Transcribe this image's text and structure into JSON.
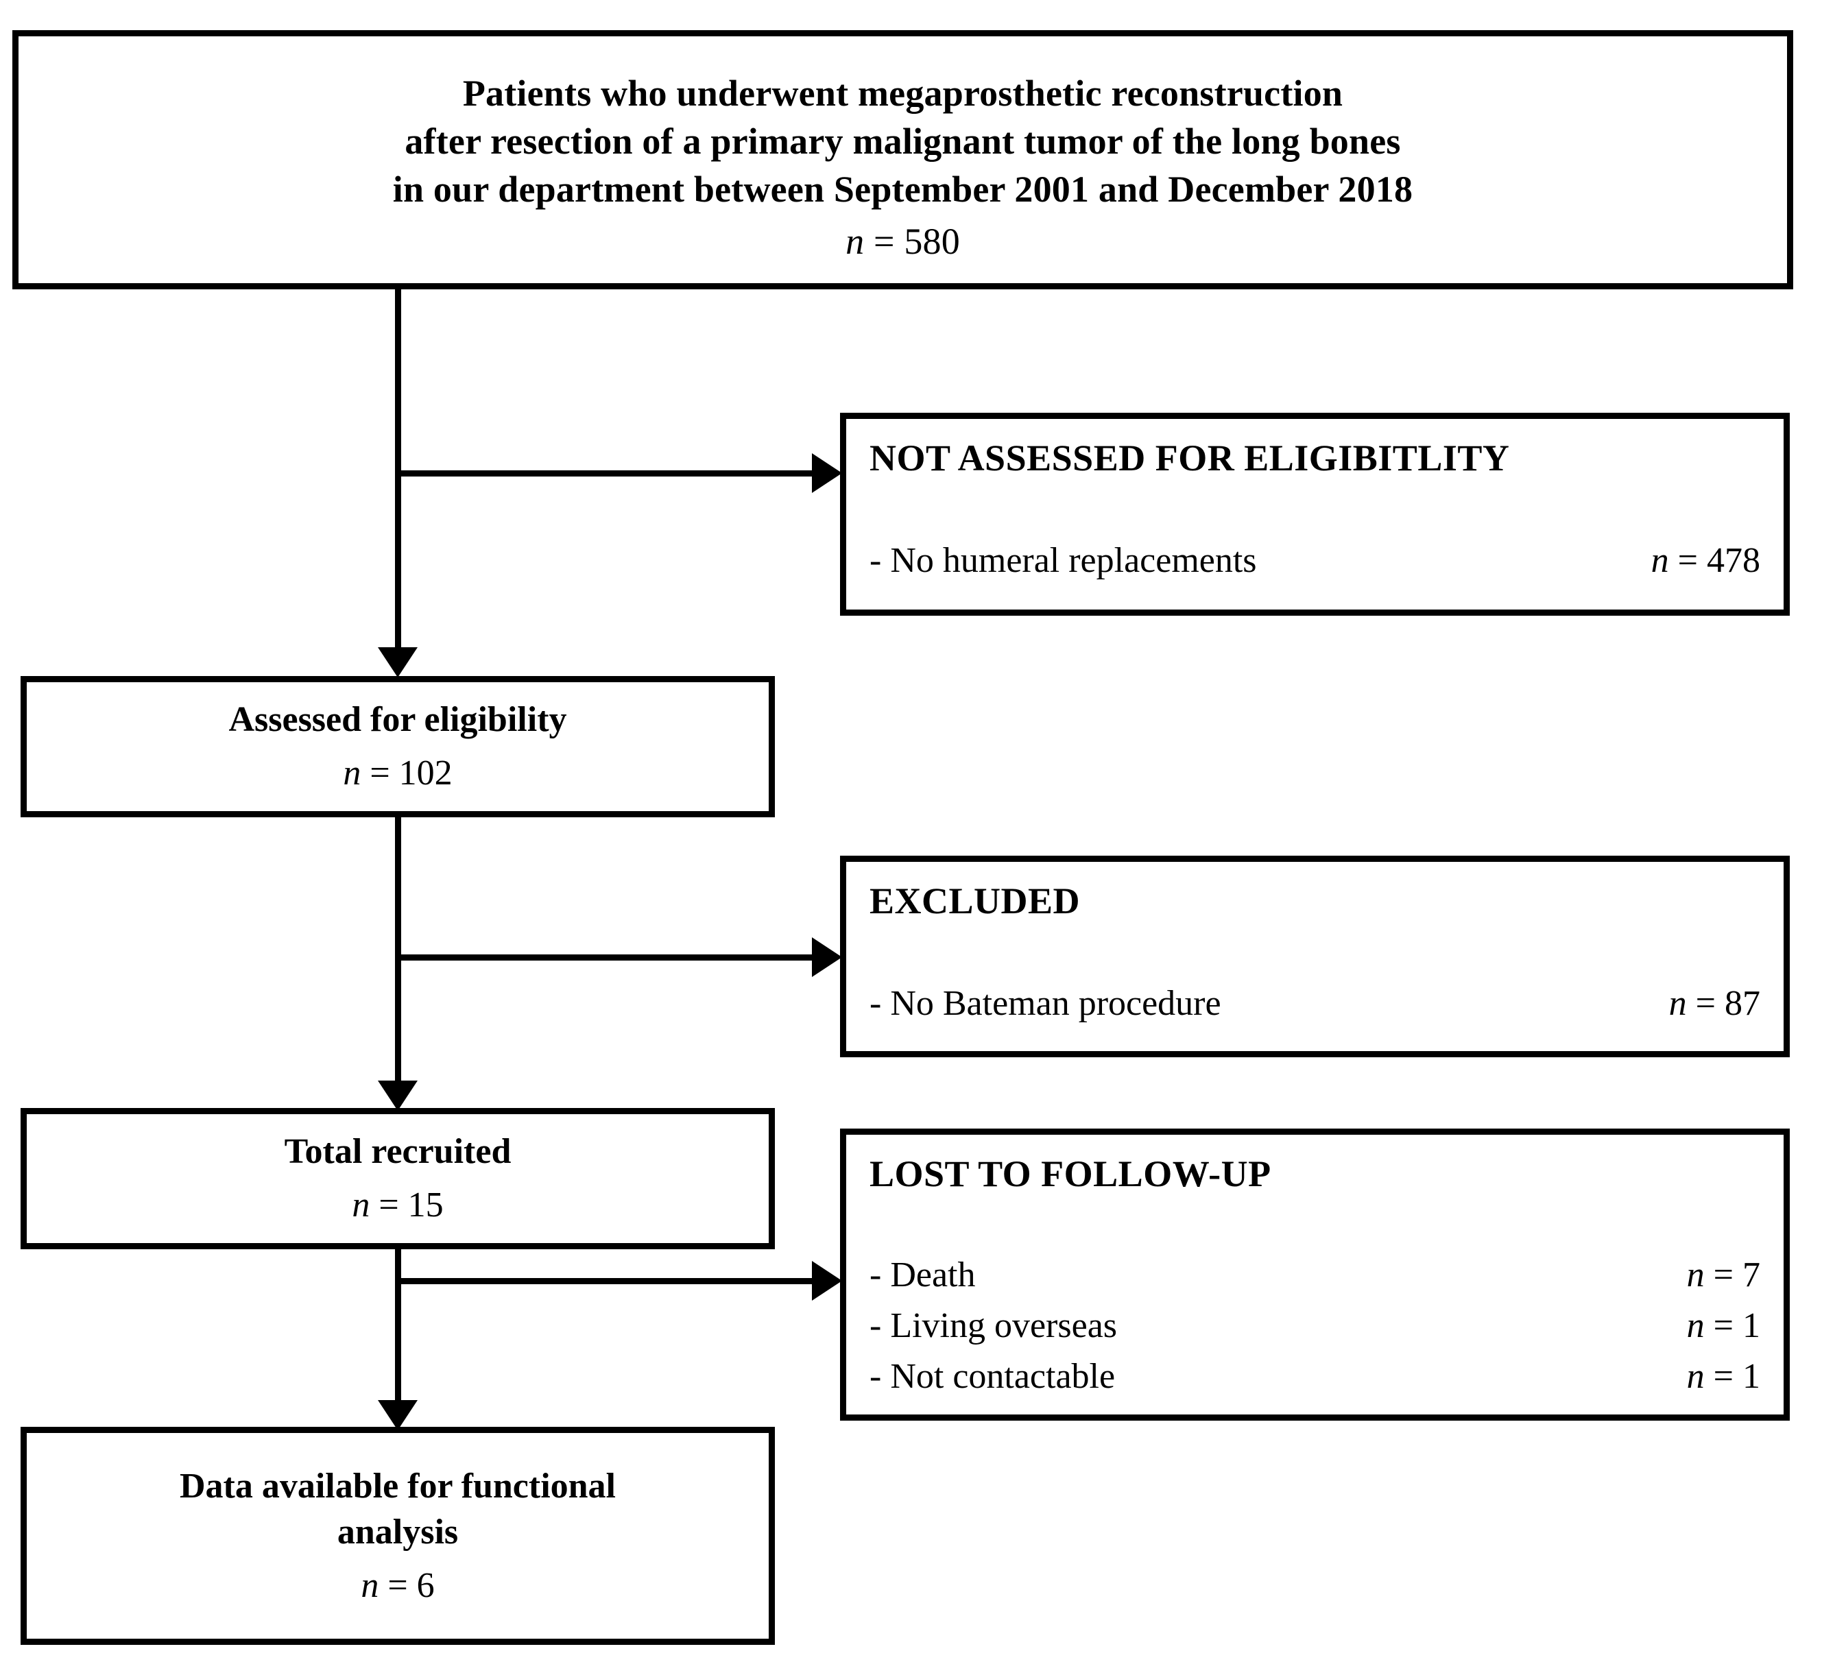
{
  "diagram": {
    "type": "flowchart",
    "title": "Patient selection flow diagram",
    "nodes": {
      "source": {
        "line1": "Patients who underwent megaprosthetic reconstruction",
        "line2": "after resection of a primary malignant tumor of the long bones",
        "line3": "in our department between September 2001 and December 2018",
        "n_label": "n",
        "n_eq": " = ",
        "n_value": "580"
      },
      "not_assessed": {
        "title": "NOT ASSESSED FOR ELIGIBITLITY",
        "rows": [
          {
            "reason": "- No humeral replacements",
            "n_label": "n",
            "n_eq": " = ",
            "n_value": "478"
          }
        ]
      },
      "assessed": {
        "line1": "Assessed for eligibility",
        "n_label": "n",
        "n_eq": " = ",
        "n_value": "102"
      },
      "excluded": {
        "title": "EXCLUDED",
        "rows": [
          {
            "reason": "- No Bateman procedure",
            "n_label": "n",
            "n_eq": " = ",
            "n_value": "87"
          }
        ]
      },
      "recruited": {
        "line1": "Total recruited",
        "n_label": "n",
        "n_eq": " = ",
        "n_value": "15"
      },
      "lost": {
        "title": "LOST TO FOLLOW-UP",
        "rows": [
          {
            "reason": "- Death",
            "n_label": "n",
            "n_eq": " = ",
            "n_value": "7"
          },
          {
            "reason": "- Living overseas",
            "n_label": "n",
            "n_eq": " = ",
            "n_value": "1"
          },
          {
            "reason": "- Not contactable",
            "n_label": "n",
            "n_eq": " = ",
            "n_value": "1"
          }
        ]
      },
      "final": {
        "line1": "Data available for functional",
        "line2": "analysis",
        "n_label": "n",
        "n_eq": " = ",
        "n_value": "6"
      }
    },
    "colors": {
      "stroke": "#000000",
      "fill": "#ffffff"
    }
  }
}
